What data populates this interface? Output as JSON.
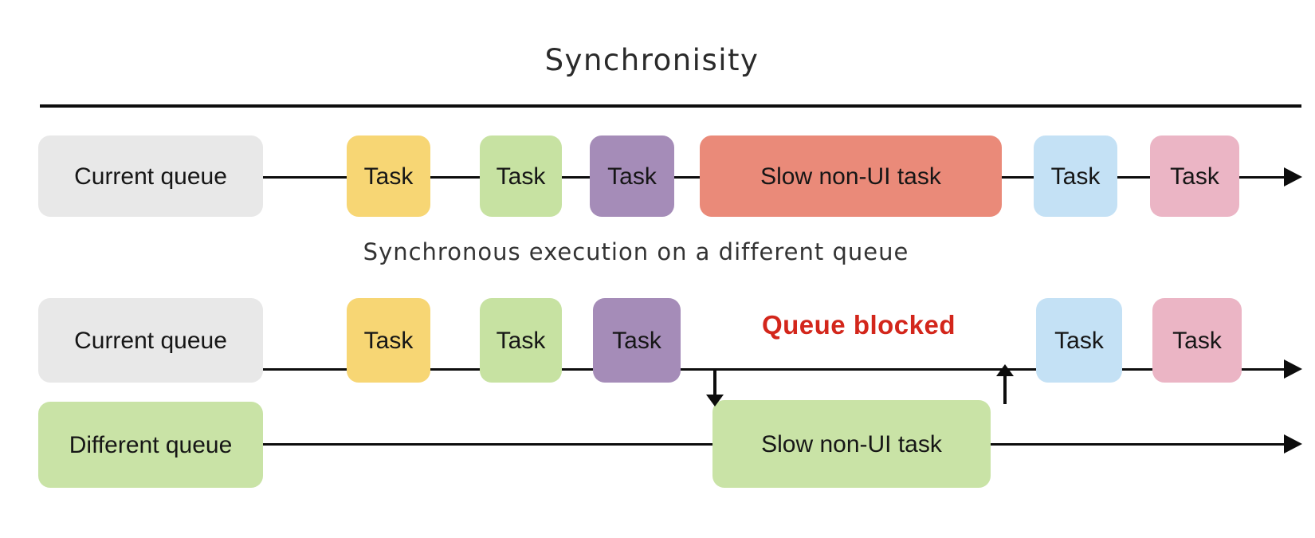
{
  "title": "Synchronisity",
  "subtitle": "Synchronous execution on a different queue",
  "line_color": "#0d0d0d",
  "rows": {
    "sync_current": {
      "queue_label": "Current queue",
      "queue_color": "#E8E8E8",
      "tasks": [
        {
          "label": "Task",
          "color": "#F7D674"
        },
        {
          "label": "Task",
          "color": "#C7E2A2"
        },
        {
          "label": "Task",
          "color": "#A58CB8"
        },
        {
          "label": "Slow non-UI task",
          "color": "#EA8A79"
        },
        {
          "label": "Task",
          "color": "#C4E1F5"
        },
        {
          "label": "Task",
          "color": "#EBB5C5"
        }
      ]
    },
    "async_current": {
      "queue_label": "Current queue",
      "queue_color": "#E8E8E8",
      "blocked_label": "Queue blocked",
      "blocked_color": "#D3261B",
      "tasks": [
        {
          "label": "Task",
          "color": "#F7D674"
        },
        {
          "label": "Task",
          "color": "#C7E2A2"
        },
        {
          "label": "Task",
          "color": "#A58CB8"
        },
        {
          "label": "Task",
          "color": "#C4E1F5"
        },
        {
          "label": "Task",
          "color": "#EBB5C5"
        }
      ]
    },
    "different_queue": {
      "queue_label": "Different queue",
      "queue_color": "#C9E3A6",
      "task": {
        "label": "Slow non-UI task",
        "color": "#C9E3A6"
      }
    }
  }
}
